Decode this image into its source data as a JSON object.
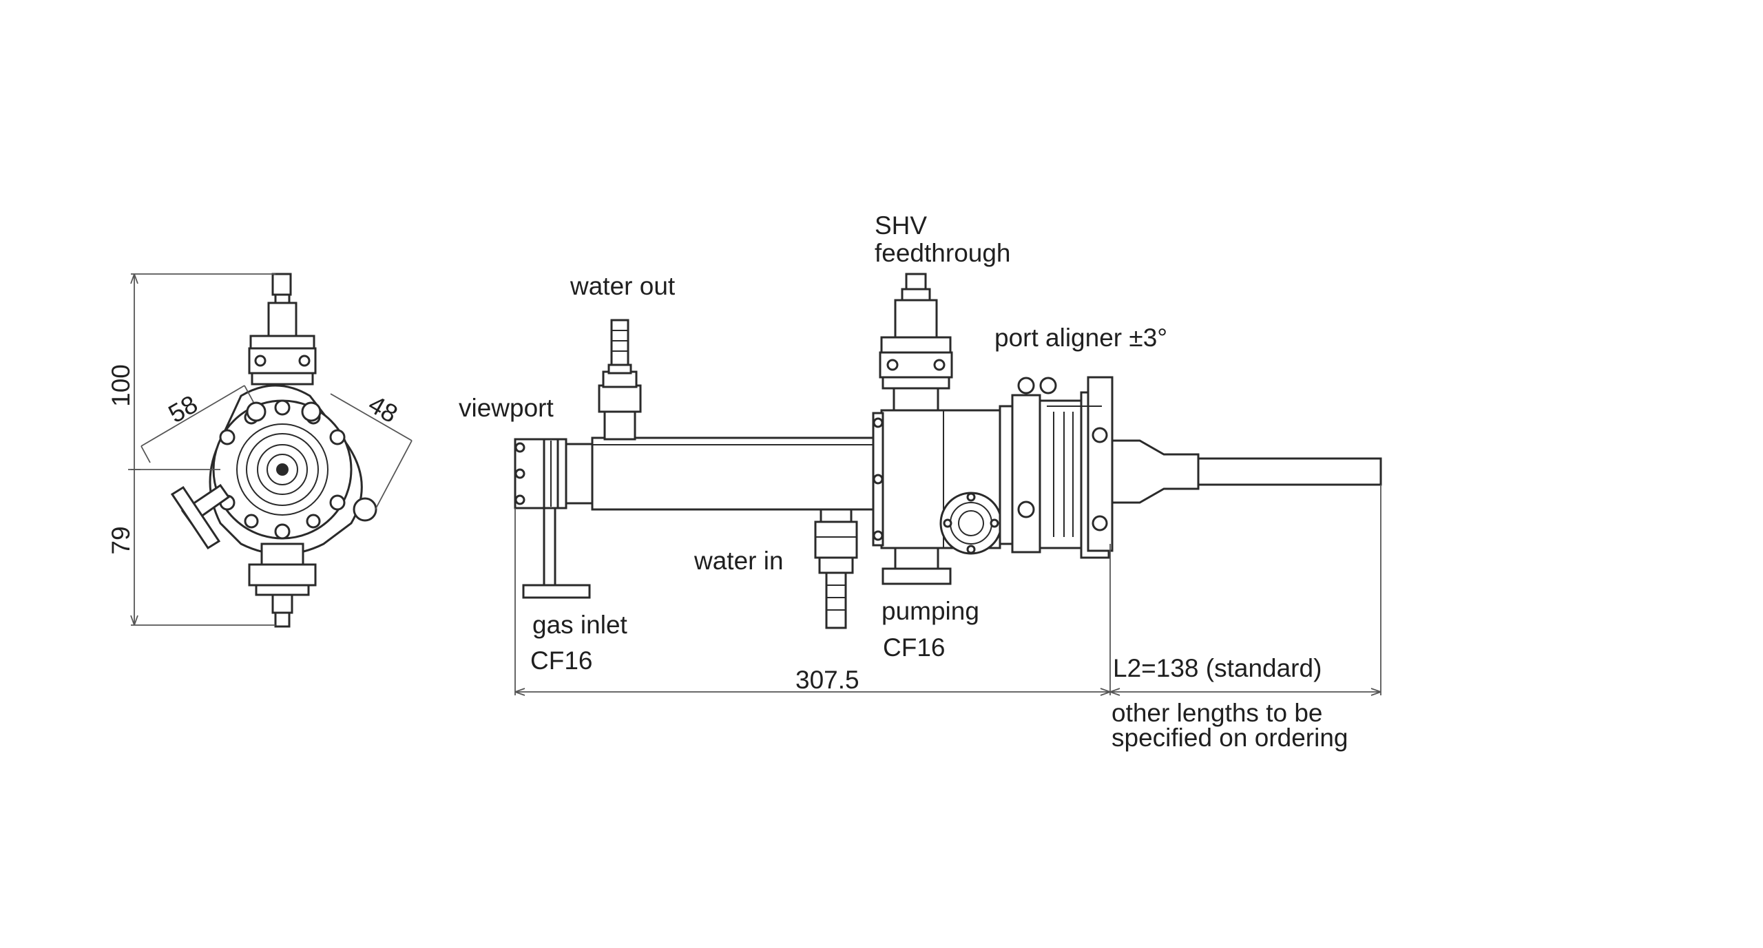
{
  "labels": {
    "shv": "SHV",
    "feedthrough": "feedthrough",
    "water_out": "water out",
    "port_aligner": "port aligner ±3°",
    "viewport": "viewport",
    "water_in": "water in",
    "gas_inlet": "gas inlet",
    "gas_inlet_cf": "CF16",
    "pumping": "pumping",
    "pumping_cf": "CF16",
    "l2": "L2=138 (standard)",
    "other_lengths_1": "other lengths to be",
    "other_lengths_2": "specified on ordering"
  },
  "dimensions": {
    "height_top": "100",
    "height_bottom": "79",
    "width_58": "58",
    "width_48": "48",
    "length_total": "307.5"
  },
  "colors": {
    "line": "#2a2a2a",
    "text": "#1f1f1f",
    "background": "#ffffff"
  }
}
